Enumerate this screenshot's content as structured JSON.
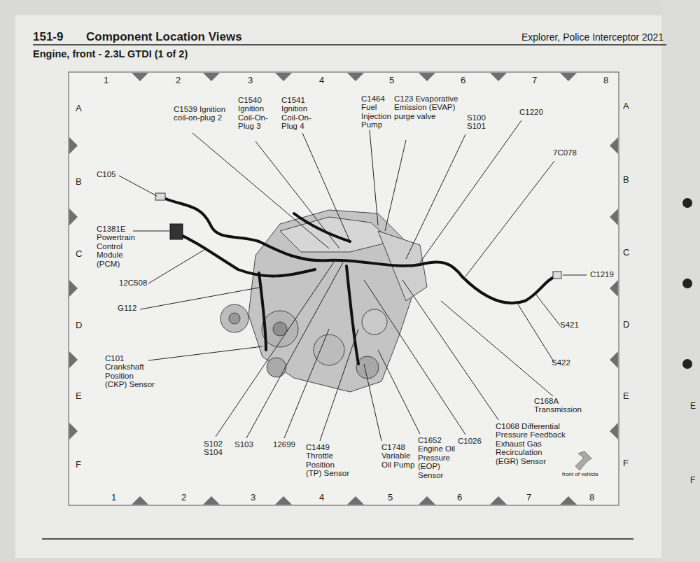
{
  "diagram": {
    "title": "Engine, front - 2.3L GTDI (1 of 2)",
    "labels": [
      "151-9",
      "Component Location Views",
      "Explorer, Police Interceptor 2021",
      "1",
      "2",
      "3",
      "4",
      "5",
      "6",
      "7",
      "8",
      "1",
      "2",
      "3",
      "4",
      "5",
      "6",
      "7",
      "8",
      "A",
      "B",
      "C",
      "D",
      "E",
      "F",
      "A",
      "B",
      "C",
      "D",
      "E",
      "F",
      "C1539 Ignition coil-on-plug 2",
      "C1540 Ignition Coil-On-Plug 3",
      "C1541 Ignition Coil-On-Plug 4",
      "C1464 Fuel Injection Pump",
      "C123 Evaporative Emission (EVAP) purge valve",
      "S100 S101",
      "C1220",
      "7C078",
      "C105",
      "C1381E Powertrain Control Module (PCM)",
      "12C508",
      "C1219",
      "G112",
      "S421",
      "C101 Crankshaft Position (CKP) Sensor",
      "S422",
      "C168A Transmission",
      "S102 S104",
      "S103",
      "12699",
      "C1449 Throttle Position (TP) Sensor",
      "C1748 Variable Oil Pump",
      "C1652 Engine Oil Pressure (EOP) Sensor",
      "C1026",
      "C1068 Differential Pressure Feedback Exhaust Gas Recirculation (EGR) Sensor",
      "front of vehicle",
      "E",
      "F"
    ]
  }
}
